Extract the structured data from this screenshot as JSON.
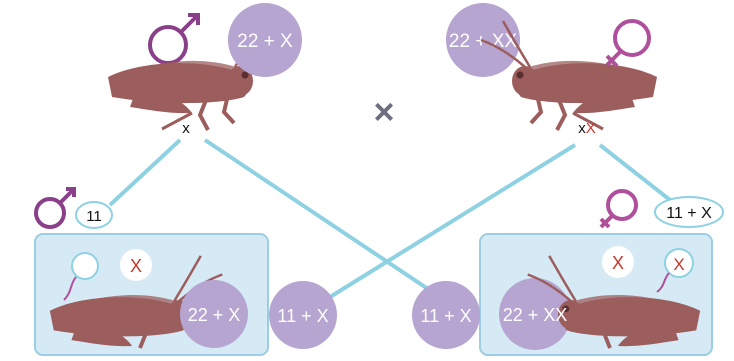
{
  "colors": {
    "line": "#8ed1e2",
    "circle": "#b6a4d1",
    "circle_text": "#ffffff",
    "box_fill": "#d6eaf6",
    "box_stroke": "#9ccde0",
    "male_symbol": "#8a3f89",
    "female_symbol": "#b04f9b",
    "red_x": "#c8372d",
    "grasshopper": "#9c5d5d",
    "cross": "#6c6f7f"
  },
  "parents": {
    "male": {
      "chromosomes": "22 + X",
      "gamete_mark": "x",
      "symbol_icon": "male-symbol-icon"
    },
    "female": {
      "chromosomes": "22 + XX",
      "gamete_mark_prefix": "x",
      "gamete_mark_red": "X",
      "symbol_icon": "female-symbol-icon"
    },
    "cross_symbol": "×"
  },
  "gametes": {
    "male_plain": "11",
    "female_plain": "11 + X",
    "male_x": "11 + X",
    "female_x": "11 + X"
  },
  "offspring": {
    "left": {
      "chromosomes": "22 + X",
      "cell_mark": "X"
    },
    "right": {
      "chromosomes": "22 + XX",
      "cell_marks": [
        "X",
        "X"
      ]
    }
  }
}
